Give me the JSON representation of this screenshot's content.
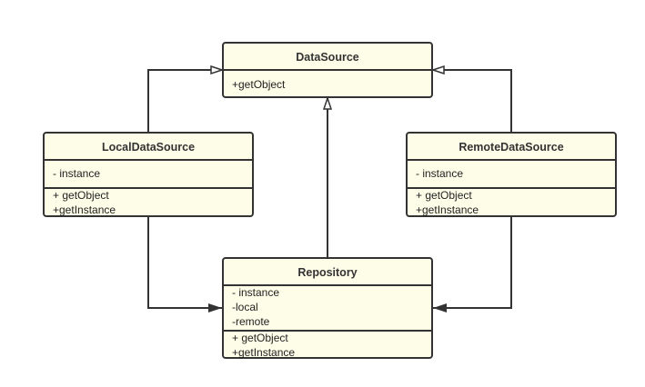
{
  "classes": [
    {
      "id": "datasource",
      "name": "DataSource",
      "attributes": [],
      "methods": [
        "+getObject"
      ]
    },
    {
      "id": "local",
      "name": "LocalDataSource",
      "attributes": [
        "- instance"
      ],
      "methods": [
        "+ getObject",
        "+getInstance"
      ]
    },
    {
      "id": "remote",
      "name": "RemoteDataSource",
      "attributes": [
        "- instance"
      ],
      "methods": [
        "+ getObject",
        "+getInstance"
      ]
    },
    {
      "id": "repository",
      "name": "Repository",
      "attributes": [
        "- instance",
        "-local",
        "-remote"
      ],
      "methods": [
        "+ getObject",
        "+getInstance"
      ]
    }
  ],
  "relations": [
    {
      "from": "local",
      "to": "datasource",
      "type": "generalization"
    },
    {
      "from": "remote",
      "to": "datasource",
      "type": "generalization"
    },
    {
      "from": "repository",
      "to": "datasource",
      "type": "generalization"
    },
    {
      "from": "local",
      "to": "repository",
      "type": "association"
    },
    {
      "from": "remote",
      "to": "repository",
      "type": "association"
    }
  ],
  "colors": {
    "box_fill": "#fefde8",
    "stroke": "#333333"
  }
}
